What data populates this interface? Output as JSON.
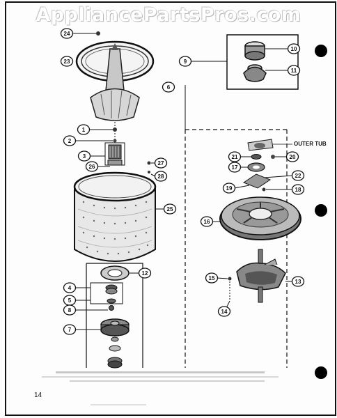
{
  "watermark": "AppliancePartsPros.com",
  "page_number": "14",
  "note_outer_tub": "OUTER TUB",
  "callouts": {
    "c1": "1",
    "c2": "2",
    "c3": "3",
    "c4": "4",
    "c5": "5",
    "c6": "6",
    "c7": "7",
    "c8": "8",
    "c9": "9",
    "c10": "10",
    "c11": "11",
    "c12": "12",
    "c13": "13",
    "c14": "14",
    "c15": "15",
    "c16": "16",
    "c17": "17",
    "c18": "18",
    "c19": "19",
    "c20": "20",
    "c21": "21",
    "c22": "22",
    "c23": "23",
    "c24": "24",
    "c25": "25",
    "c26": "26",
    "c27": "27",
    "c28": "28"
  }
}
